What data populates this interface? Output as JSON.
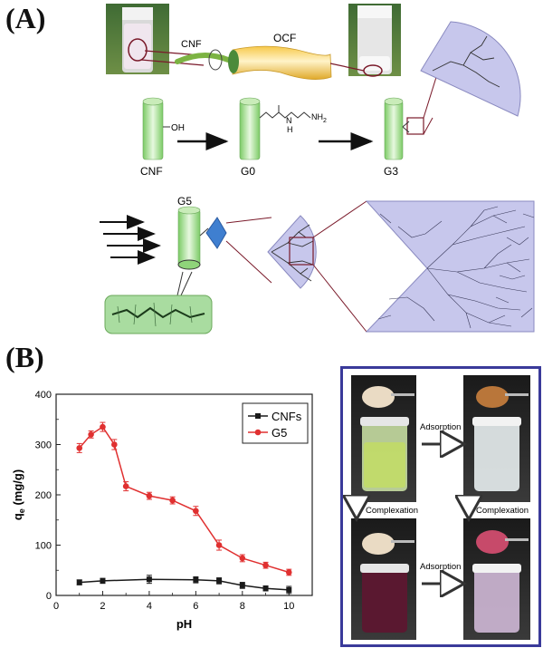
{
  "panel_a": {
    "label": "(A)",
    "cnf_top": "CNF",
    "ocf": "OCF",
    "oh": "OH",
    "nh2": "NH",
    "nh2_sub": "2",
    "h": "H",
    "n": "N",
    "cnf_bottom": "CNF",
    "g0": "G0",
    "g3": "G3",
    "g5": "G5"
  },
  "panel_b": {
    "label": "(B)",
    "photos": {
      "adsorption_top": "Adsorption",
      "adsorption_bottom": "Adsorption",
      "complexation_left": "Complexation",
      "complexation_right": "Complexation"
    }
  },
  "colors": {
    "cnfs": "#1a1a1a",
    "g5": "#e03030",
    "dendrimer": "#b9b9e6",
    "rod_green": "#8fd47a",
    "photo_border": "#3a3a9a"
  },
  "chart_data": {
    "type": "line",
    "xlabel": "pH",
    "ylabel": "q",
    "ylabel_sub": "e",
    "ylabel_unit": " (mg/g)",
    "xlim": [
      0,
      11
    ],
    "ylim": [
      0,
      400
    ],
    "xticks": [
      0,
      2,
      4,
      6,
      8,
      10
    ],
    "yticks": [
      0,
      100,
      200,
      300,
      400
    ],
    "legend_position": "top-right",
    "series": [
      {
        "name": "CNFs",
        "color": "#1a1a1a",
        "marker": "square",
        "x": [
          1,
          2,
          4,
          6,
          7,
          8,
          9,
          10
        ],
        "y": [
          26,
          29,
          32,
          31,
          29,
          20,
          14,
          11
        ],
        "err": [
          5,
          5,
          8,
          6,
          6,
          6,
          5,
          7
        ]
      },
      {
        "name": "G5",
        "color": "#e03030",
        "marker": "circle",
        "x": [
          1,
          1.5,
          2,
          2.5,
          3,
          4,
          5,
          6,
          7,
          8,
          9,
          10
        ],
        "y": [
          293,
          320,
          335,
          300,
          217,
          198,
          189,
          168,
          100,
          74,
          60,
          46
        ],
        "err": [
          9,
          7,
          9,
          10,
          9,
          7,
          7,
          9,
          10,
          7,
          6,
          6
        ]
      }
    ]
  }
}
